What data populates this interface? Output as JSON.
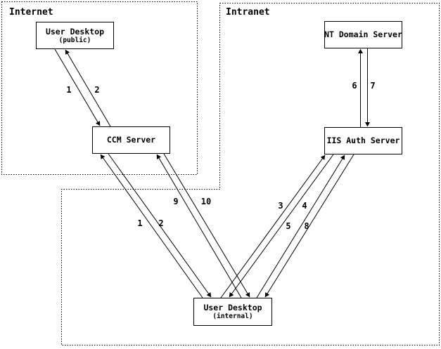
{
  "diagram": {
    "regions": [
      {
        "id": "internet",
        "label": "Internet"
      },
      {
        "id": "intranet",
        "label": "Intranet"
      }
    ],
    "nodes": [
      {
        "id": "user-desktop-public",
        "title": "User Desktop",
        "subtitle": "(public)",
        "region": "internet"
      },
      {
        "id": "ccm-server",
        "title": "CCM Server",
        "region": "internet"
      },
      {
        "id": "nt-domain-server",
        "title": "NT Domain Server",
        "region": "intranet"
      },
      {
        "id": "iis-auth-server",
        "title": "IIS Auth Server",
        "region": "intranet"
      },
      {
        "id": "user-desktop-internal",
        "title": "User Desktop",
        "subtitle": "(internal)",
        "region": "intranet"
      }
    ],
    "edges": [
      {
        "label": "1",
        "from": "user-desktop-public",
        "to": "ccm-server"
      },
      {
        "label": "2",
        "from": "ccm-server",
        "to": "user-desktop-public"
      },
      {
        "label": "1",
        "from": "user-desktop-internal",
        "to": "ccm-server"
      },
      {
        "label": "2",
        "from": "ccm-server",
        "to": "user-desktop-internal"
      },
      {
        "label": "9",
        "from": "user-desktop-internal",
        "to": "ccm-server"
      },
      {
        "label": "10",
        "from": "ccm-server",
        "to": "user-desktop-internal"
      },
      {
        "label": "3",
        "from": "user-desktop-internal",
        "to": "iis-auth-server"
      },
      {
        "label": "4",
        "from": "iis-auth-server",
        "to": "user-desktop-internal"
      },
      {
        "label": "5",
        "from": "user-desktop-internal",
        "to": "iis-auth-server"
      },
      {
        "label": "8",
        "from": "iis-auth-server",
        "to": "user-desktop-internal"
      },
      {
        "label": "6",
        "from": "iis-auth-server",
        "to": "nt-domain-server"
      },
      {
        "label": "7",
        "from": "nt-domain-server",
        "to": "iis-auth-server"
      }
    ],
    "colors": {
      "line": "#000000",
      "background": "#ffffff"
    }
  }
}
